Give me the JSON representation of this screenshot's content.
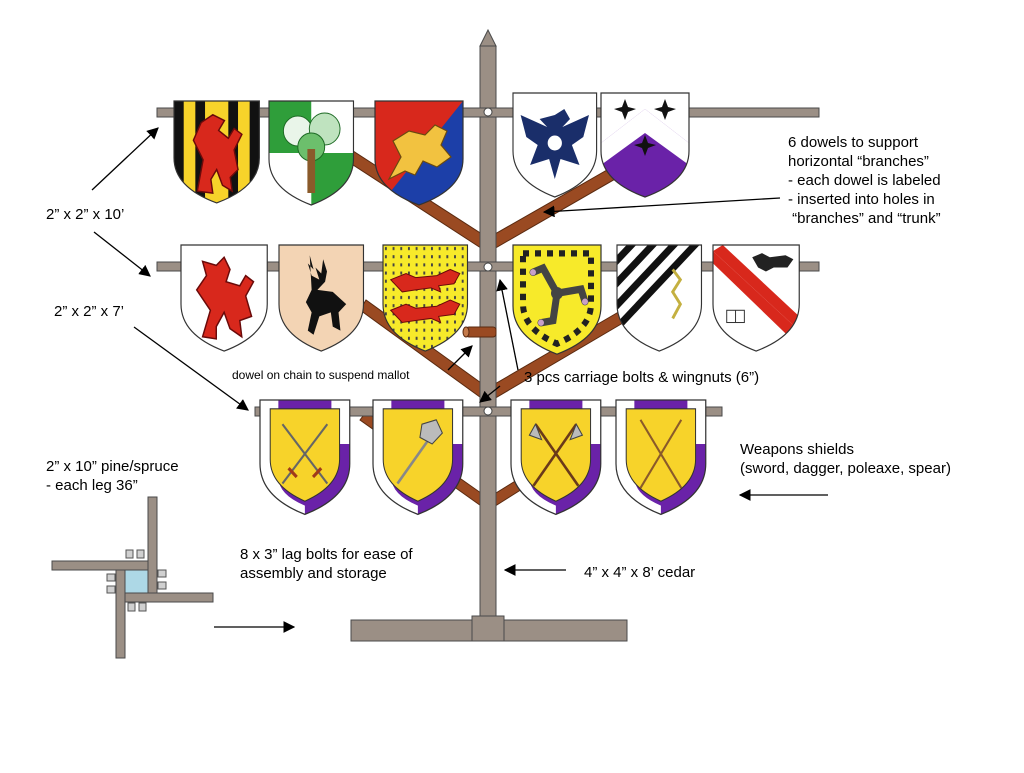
{
  "labels": {
    "rail_10ft": "2” x 2” x 10’",
    "rail_7ft": "2” x 2” x 7’",
    "dowels_1": "6 dowels to support",
    "dowels_2": "horizontal “branches”",
    "dowels_3": "- each dowel is labeled",
    "dowels_4": "- inserted into holes in",
    "dowels_5": " “branches” and “trunk”",
    "mallet_dowel": "dowel on chain to suspend mallot",
    "carriage_bolts": "3 pcs carriage bolts & wingnuts (6”)",
    "weapons_1": "Weapons shields",
    "weapons_2": "(sword, dagger, poleaxe, spear)",
    "legs_1": "2” x 10” pine/spruce",
    "legs_2": "- each leg 36”",
    "lag_1": "8 x 3” lag bolts for ease of",
    "lag_2": "assembly and storage",
    "trunk": "4” x 4” x 8’ cedar"
  },
  "colors": {
    "wood": "#9b8f85",
    "wood_stroke": "#4a4a4a",
    "dowel": "#9a4a22",
    "gold": "#f7d32a",
    "purple": "#6a22a8",
    "red": "#d8281c",
    "leg_block": "#add8e6"
  },
  "shields": {
    "row1": [
      "pale-sable-or-lion-gules",
      "tree-vert-argent",
      "quarterly-gules-azure-lion",
      "eagle-azure-argent",
      "chevron-purpure-mullets"
    ],
    "row2": [
      "lion-gules-argent",
      "stag-sable-tenne",
      "two-wolves-gules-or",
      "triskelion-sable-or",
      "bendy-sable-argent",
      "bend-gules-argent"
    ],
    "row3": [
      "sword",
      "dagger",
      "poleaxe",
      "spear"
    ]
  }
}
